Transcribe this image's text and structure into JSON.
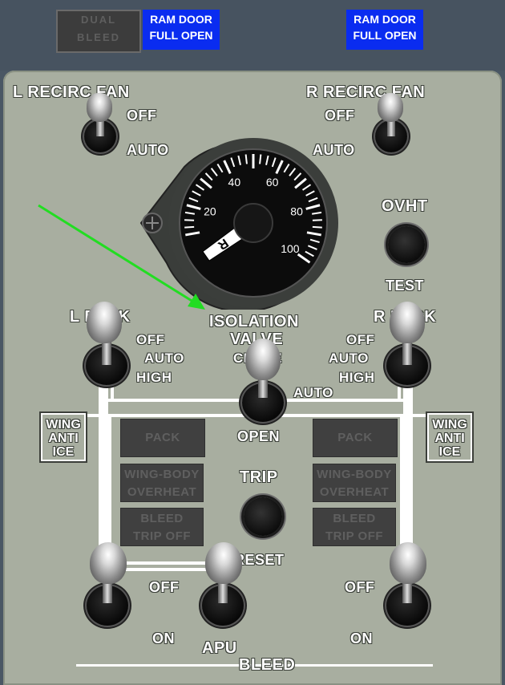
{
  "top": {
    "dual_bleed": [
      "DUAL",
      "BLEED"
    ],
    "ram_door_left": [
      "RAM DOOR",
      "FULL OPEN"
    ],
    "ram_door_right": [
      "RAM DOOR",
      "FULL OPEN"
    ]
  },
  "recirc": {
    "left_title": "L RECIRC FAN",
    "right_title": "R RECIRC FAN",
    "off": "OFF",
    "auto": "AUTO"
  },
  "gauge": {
    "ticks": [
      "20",
      "40",
      "60",
      "80",
      "100"
    ],
    "needle_marker": "R",
    "needle_value": 0
  },
  "ovht": {
    "title": "OVHT",
    "sub": "TEST"
  },
  "pack": {
    "left_title": "L PACK",
    "right_title": "R PACK",
    "off": "OFF",
    "auto": "AUTO",
    "high": "HIGH"
  },
  "isolation_valve": {
    "title": [
      "ISOLATION",
      "VALVE"
    ],
    "close": "CLOSE",
    "auto": "AUTO",
    "open": "OPEN"
  },
  "wing_anti_ice": [
    "WING",
    "ANTI",
    "ICE"
  ],
  "annunciators": {
    "pack": "PACK",
    "wing_body": [
      "WING-BODY",
      "OVERHEAT"
    ],
    "bleed_trip": [
      "BLEED",
      "TRIP OFF"
    ]
  },
  "trip": {
    "title": "TRIP",
    "reset": "RESET"
  },
  "bleed": {
    "off": "OFF",
    "on": "ON",
    "apu": "APU",
    "title": "BLEED"
  },
  "colors": {
    "arrow": "#22dd22",
    "blue_indicator": "#0a2cf0",
    "panel": "#a8aea0"
  }
}
